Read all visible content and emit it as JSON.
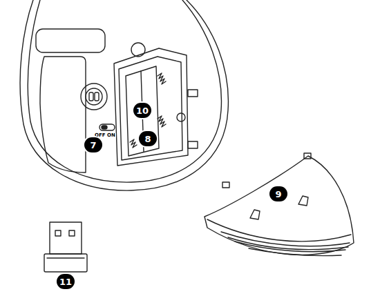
{
  "diagram": {
    "labels": [
      "10",
      "OFF ON",
      "7",
      "8",
      "9",
      "11"
    ]
  }
}
